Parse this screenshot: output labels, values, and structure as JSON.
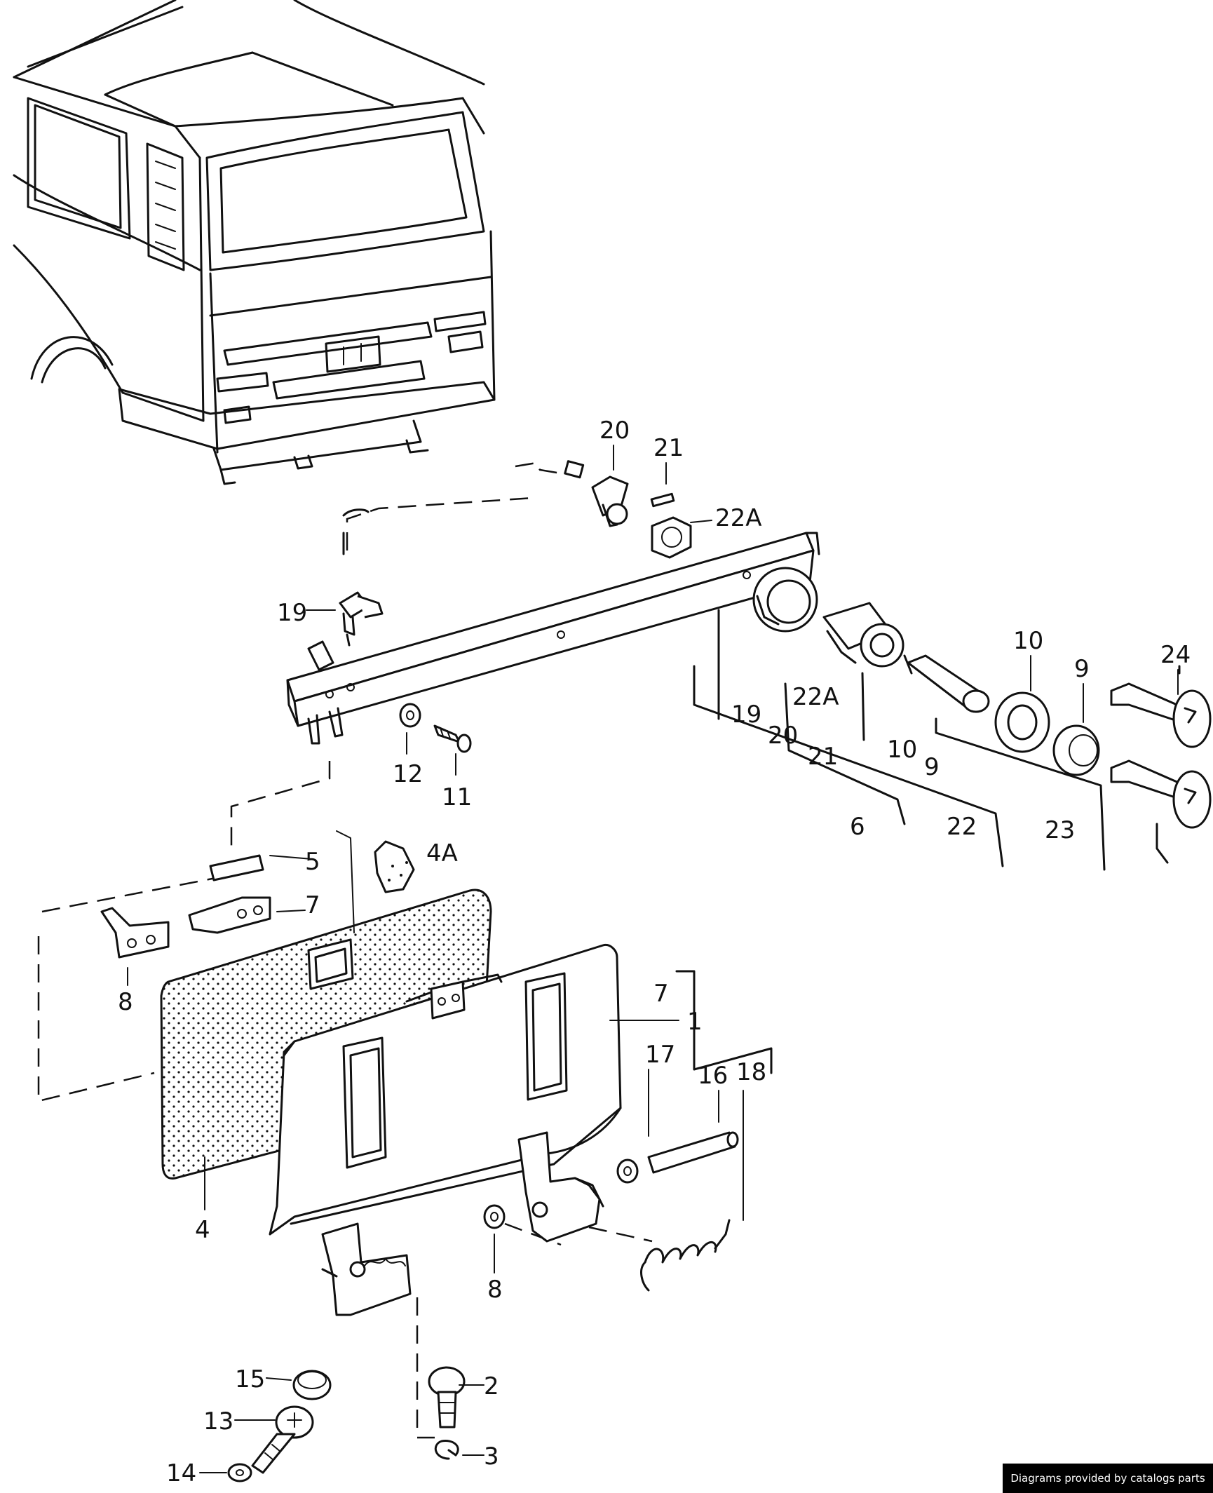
{
  "diagram": {
    "callouts": {
      "p1": "1",
      "p2": "2",
      "p3": "3",
      "p4": "4",
      "p4a": "4A",
      "p5": "5",
      "p6": "6",
      "p7a": "7",
      "p7b": "7",
      "p8a": "8",
      "p8b": "8",
      "p9a": "9",
      "p9b": "9",
      "p10a": "10",
      "p10b": "10",
      "p11": "11",
      "p12": "12",
      "p13": "13",
      "p14": "14",
      "p15": "15",
      "p16": "16",
      "p17": "17",
      "p18": "18",
      "p19a": "19",
      "p19b": "19",
      "p20a": "20",
      "p20b": "20",
      "p21a": "21",
      "p21b": "21",
      "p22": "22",
      "p22Aa": "22A",
      "p22Ab": "22A",
      "p23": "23",
      "p24": "24"
    }
  },
  "credit": "Diagrams provided by catalogs parts"
}
